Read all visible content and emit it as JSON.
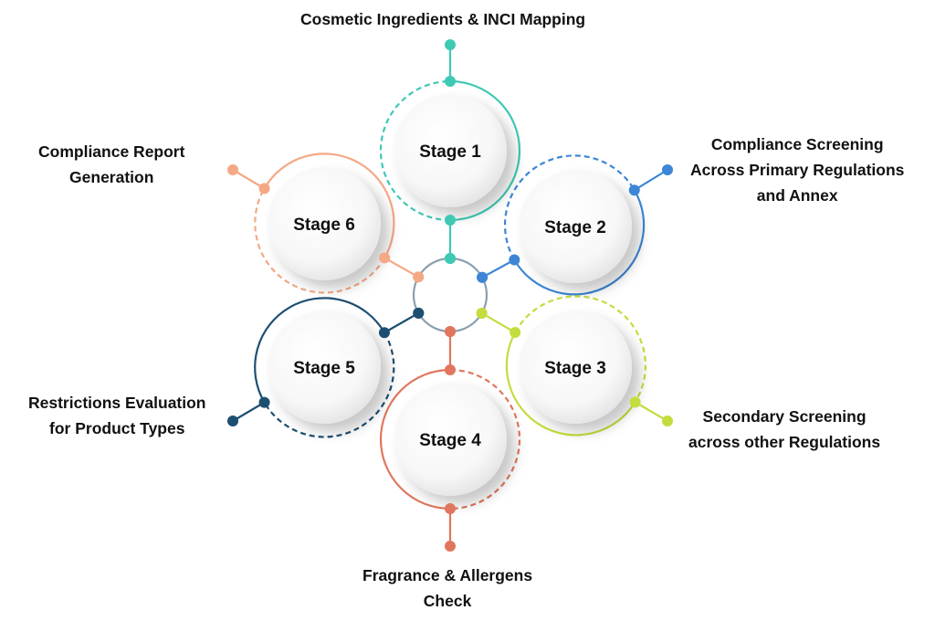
{
  "stages": [
    {
      "name": "Stage 1",
      "color": "#3ec9b5",
      "lines": [
        "Cosmetic Ingredients & INCI Mapping"
      ]
    },
    {
      "name": "Stage 2",
      "color": "#3d86d6",
      "lines": [
        "Compliance Screening",
        "Across Primary Regulations",
        "and Annex"
      ]
    },
    {
      "name": "Stage 3",
      "color": "#c5dc3e",
      "lines": [
        "Secondary Screening",
        "across other Regulations"
      ]
    },
    {
      "name": "Stage 4",
      "color": "#e0765d",
      "lines": [
        "Fragrance & Allergens",
        "Check"
      ]
    },
    {
      "name": "Stage 5",
      "color": "#1d4f73",
      "lines": [
        "Restrictions Evaluation",
        "for Product Types"
      ]
    },
    {
      "name": "Stage 6",
      "color": "#f5a885",
      "lines": [
        "Compliance Report",
        "Generation"
      ]
    }
  ],
  "hub_color": "#8a9fb0"
}
